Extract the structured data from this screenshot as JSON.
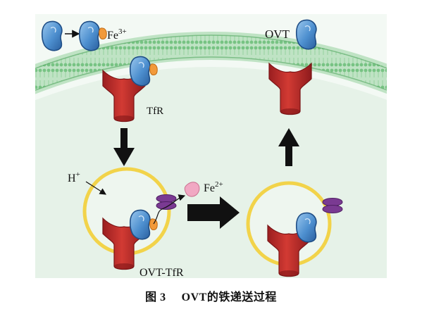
{
  "labels": {
    "fe3": "Fe",
    "fe3_sup": "3+",
    "ovt_top": "OVT",
    "tfr": "TfR",
    "h_plus": "H",
    "h_plus_sup": "+",
    "fe2": "Fe",
    "fe2_sup": "2+",
    "complex": "OVT-TfR"
  },
  "caption": {
    "figure_number": "图 3",
    "title": "OVT的铁递送过程"
  },
  "colors": {
    "background_cell": "#eaf4ec",
    "background_outside": "#f5faf6",
    "membrane": "#8fcf9a",
    "membrane_dark": "#5fae6c",
    "receptor": "#b8282a",
    "receptor_dark": "#8e1b1d",
    "ovt_blue": "#4d8fcf",
    "ovt_outline": "#1f4e86",
    "iron_orange": "#f29a3a",
    "fe2_pink": "#f1a8c3",
    "channel_purple": "#7a3a92",
    "vesicle_ring": "#f2d34a",
    "arrow": "#111111"
  }
}
